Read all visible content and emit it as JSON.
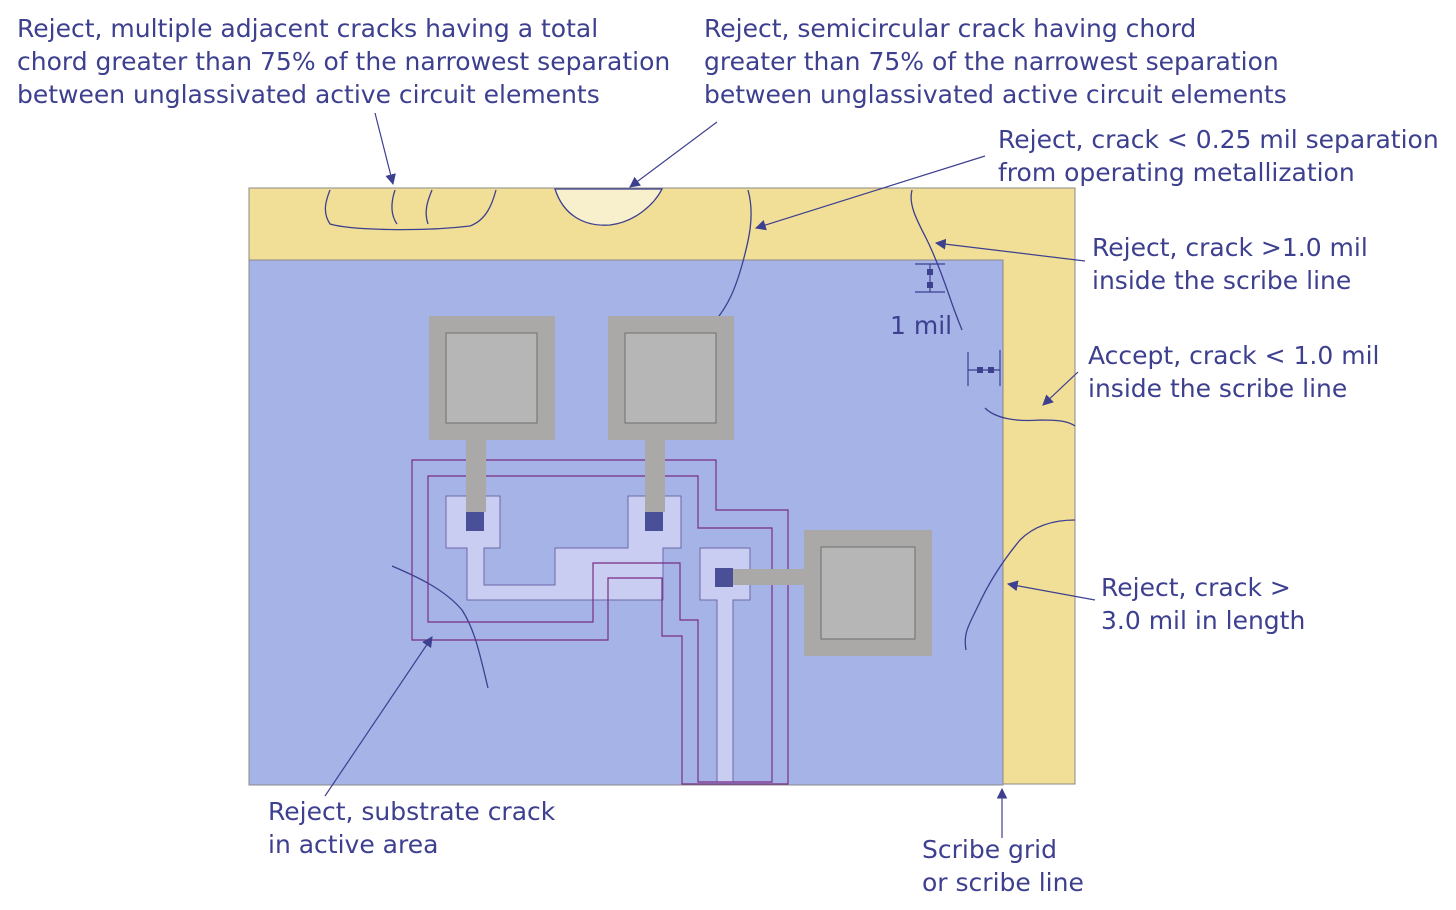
{
  "annotations": {
    "multi_cracks": [
      "Reject, multiple adjacent cracks having a total",
      "chord greater than 75% of the narrowest separation",
      "between unglassivated active circuit elements"
    ],
    "semicircular": [
      "Reject, semicircular crack having chord",
      "greater than 75% of the narrowest separation",
      "between unglassivated active circuit elements"
    ],
    "metallization": [
      "Reject, crack < 0.25 mil separation",
      "from operating metallization"
    ],
    "inside_scribe_reject": [
      "Reject, crack >1.0 mil",
      "inside the scribe line"
    ],
    "dimension": "1 mil",
    "inside_scribe_accept": [
      "Accept, crack < 1.0 mil",
      "inside the scribe line"
    ],
    "length_reject": [
      "Reject, crack >",
      "3.0 mil in length"
    ],
    "substrate": [
      "Reject, substrate crack",
      "in active area"
    ],
    "scribe_grid": [
      "Scribe grid",
      "or scribe line"
    ]
  },
  "colors": {
    "scribe_area": "#f1df97",
    "active_area": "#a6b3e7",
    "bond_pad": "#aaa9a8",
    "pad_inner": "#b7b6b6",
    "conductor": "#c9cdf1",
    "contact": "#4a5098",
    "trace_outline": "#7a2d86",
    "ink": "#3d3f8f"
  }
}
